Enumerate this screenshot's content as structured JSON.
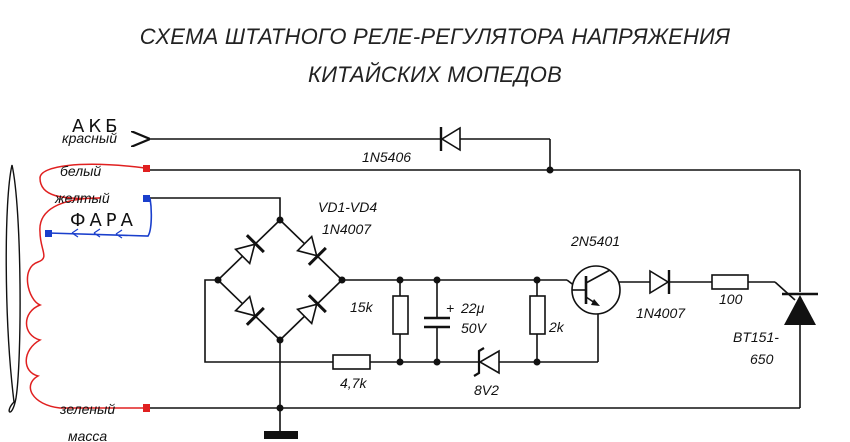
{
  "title": {
    "line1": "СХЕМА ШТАТНОГО РЕЛЕ-РЕГУЛЯТОРА НАПРЯЖЕНИЯ",
    "line2": "КИТАЙСКИХ МОПЕДОВ"
  },
  "wires": {
    "red": "красный",
    "white": "белый",
    "yellow": "желтый",
    "green": "зеленый",
    "ground": "масса"
  },
  "handwritten": {
    "akb": "АКБ",
    "fara": "ФАРА"
  },
  "components": {
    "diode_top": "1N5406",
    "bridge_name": "VD1-VD4",
    "bridge_part": "1N4007",
    "transistor": "2N5401",
    "resistor_15k": "15k",
    "cap_value": "22μ",
    "cap_voltage": "50V",
    "cap_plus": "+",
    "resistor_2k": "2k",
    "resistor_4k7": "4,7k",
    "zener": "8V2",
    "diode_out": "1N4007",
    "resistor_100": "100",
    "thyristor_a": "BT151-",
    "thyristor_b": "650"
  },
  "colors": {
    "wire": "#111111",
    "coil": "#e02020",
    "fara_wire": "#1a3fcc",
    "terminal_red": "#e02020",
    "terminal_blue": "#1a3fcc"
  }
}
